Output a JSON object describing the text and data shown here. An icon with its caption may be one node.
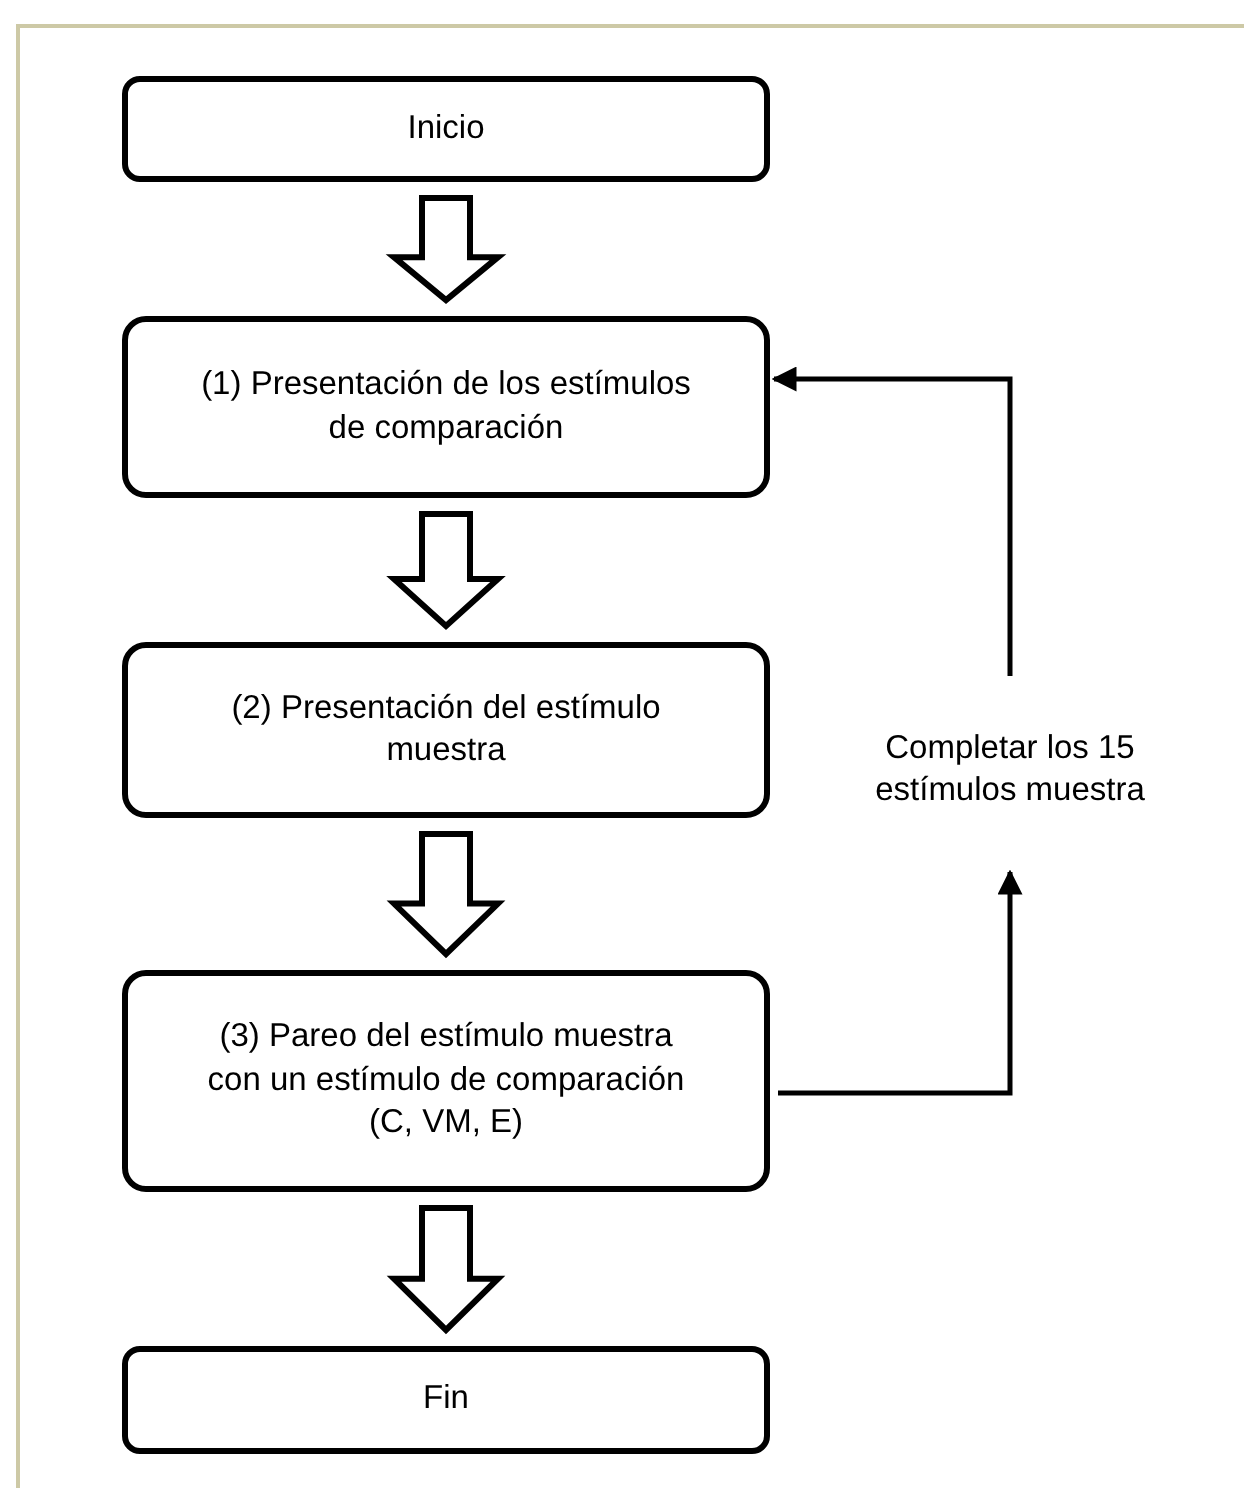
{
  "diagram": {
    "nodes": [
      {
        "text": [
          "Inicio"
        ]
      },
      {
        "text": [
          "(1) Presentación de los estímulos de comparación"
        ]
      },
      {
        "text": [
          "(2) Presentación del estímulo muestra"
        ]
      },
      {
        "text": [
          "(3) Pareo del estímulo muestra con un estímulo de comparación (C, VM, E)"
        ]
      },
      {
        "text": [
          "Fin"
        ]
      },
      {
        "text": [
          "Completar los 15 estímulos muestra"
        ]
      }
    ],
    "edges": [
      {
        "from": 0,
        "to": 1,
        "arrow": "to",
        "style": "thick"
      },
      {
        "from": 1,
        "to": 2,
        "arrow": "to",
        "style": "thick"
      },
      {
        "from": 2,
        "to": 3,
        "arrow": "to",
        "style": "thick"
      },
      {
        "from": 3,
        "to": 4,
        "arrow": "to",
        "style": "thick"
      },
      {
        "from": 3,
        "to": 5,
        "arrow": "to"
      },
      {
        "from": 5,
        "to": 1,
        "arrow": "to"
      }
    ]
  }
}
